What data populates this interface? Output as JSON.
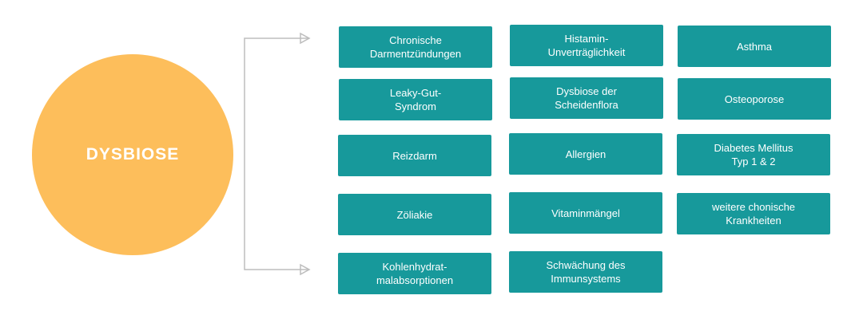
{
  "center": {
    "label": "DYSBIOSE"
  },
  "colors": {
    "circle": "#FDBE5B",
    "box": "#17999B",
    "arrow": "#BDBDBD"
  },
  "conditions": [
    "Chronische\nDarmentzündungen",
    "Histamin-\nUnverträglichkeit",
    "Asthma",
    "Leaky-Gut-\nSyndrom",
    "Dysbiose der\nScheidenflora",
    "Osteoporose",
    "Reizdarm",
    "Allergien",
    "Diabetes Mellitus\nTyp 1 & 2",
    "Zöliakie",
    "Vitaminmängel",
    "weitere chonische\nKrankheiten",
    "Kohlenhydrat-\nmalabsorptionen",
    "Schwächung des\nImmunsystems"
  ]
}
